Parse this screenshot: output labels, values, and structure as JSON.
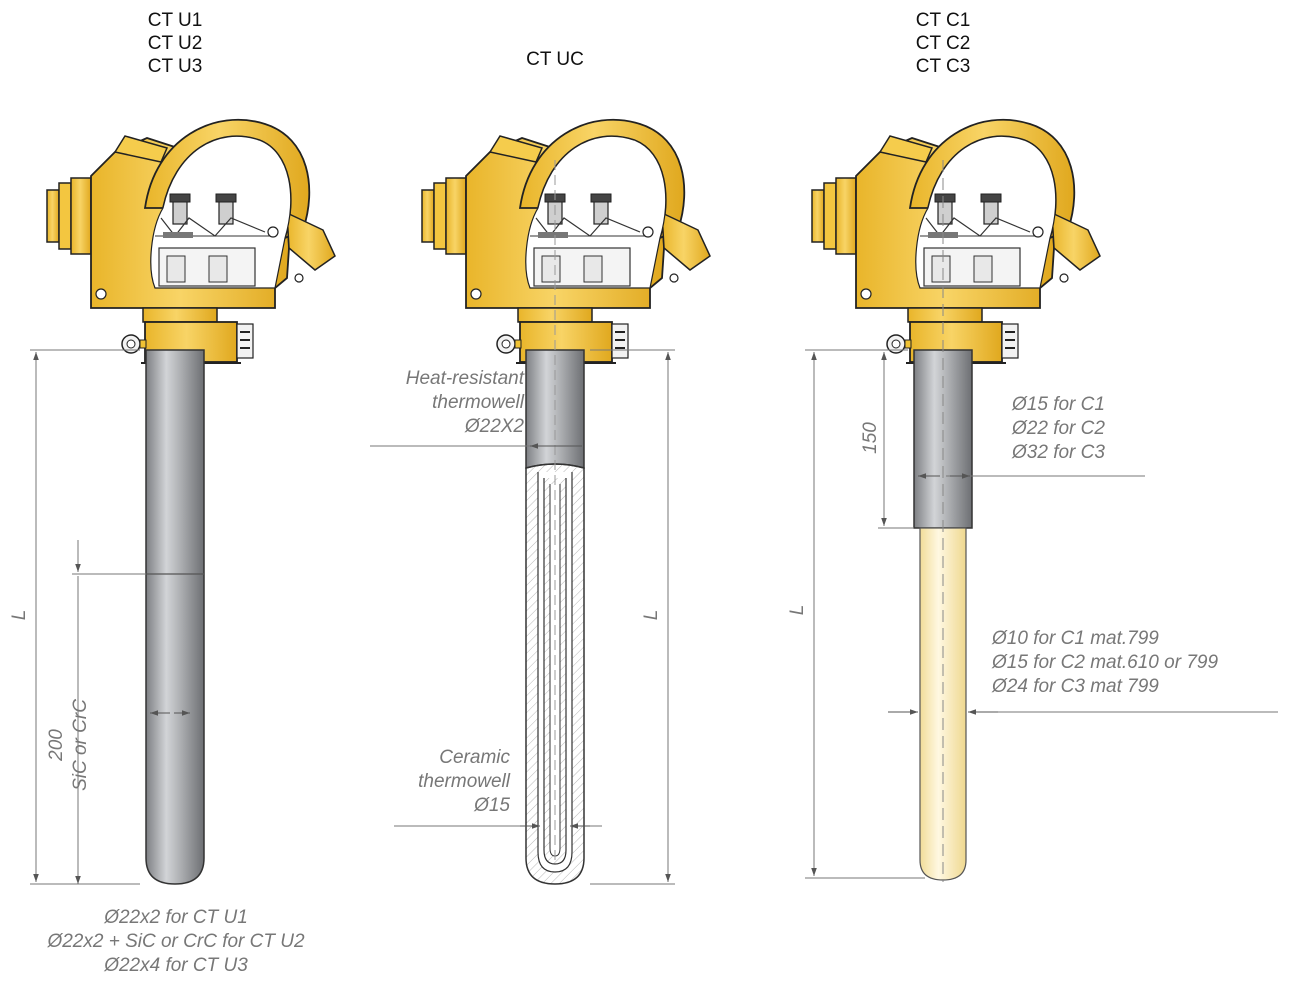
{
  "models": {
    "u": {
      "lines": [
        "CT U1",
        "CT U2",
        "CT U3"
      ]
    },
    "uc": {
      "lines": [
        "CT UC"
      ]
    },
    "c": {
      "lines": [
        "CT C1",
        "CT C2",
        "CT C3"
      ]
    }
  },
  "dimensions": {
    "u_length": "L",
    "u_section": "200",
    "u_section_material": "SiC or CrC",
    "uc_length": "L",
    "c_length": "L",
    "c_outer_length": "150"
  },
  "notes": {
    "u_diameters": [
      "Ø22x2 for CT U1",
      "Ø22x2 + SiC or CrC for CT U2",
      "Ø22x4 for CT U3"
    ],
    "uc_outer": [
      "Heat-resistant",
      "thermowell",
      "Ø22X2"
    ],
    "uc_inner": [
      "Ceramic",
      "thermowell",
      "Ø15"
    ],
    "c_outer": [
      "Ø15 for C1",
      "Ø22 for C2",
      "Ø32 for C3"
    ],
    "c_inner": [
      "Ø10 for C1 mat.799",
      "Ø15 for C2 mat.610 or 799",
      "Ø24 for C3 mat 799"
    ]
  },
  "colors": {
    "head_yellow": "#f6c945",
    "head_outline": "#222222",
    "steel_tube": "#a7a9ad",
    "ceramic_tube": "#fcefc4",
    "dimension_line": "#666666",
    "note_text": "#777777"
  }
}
